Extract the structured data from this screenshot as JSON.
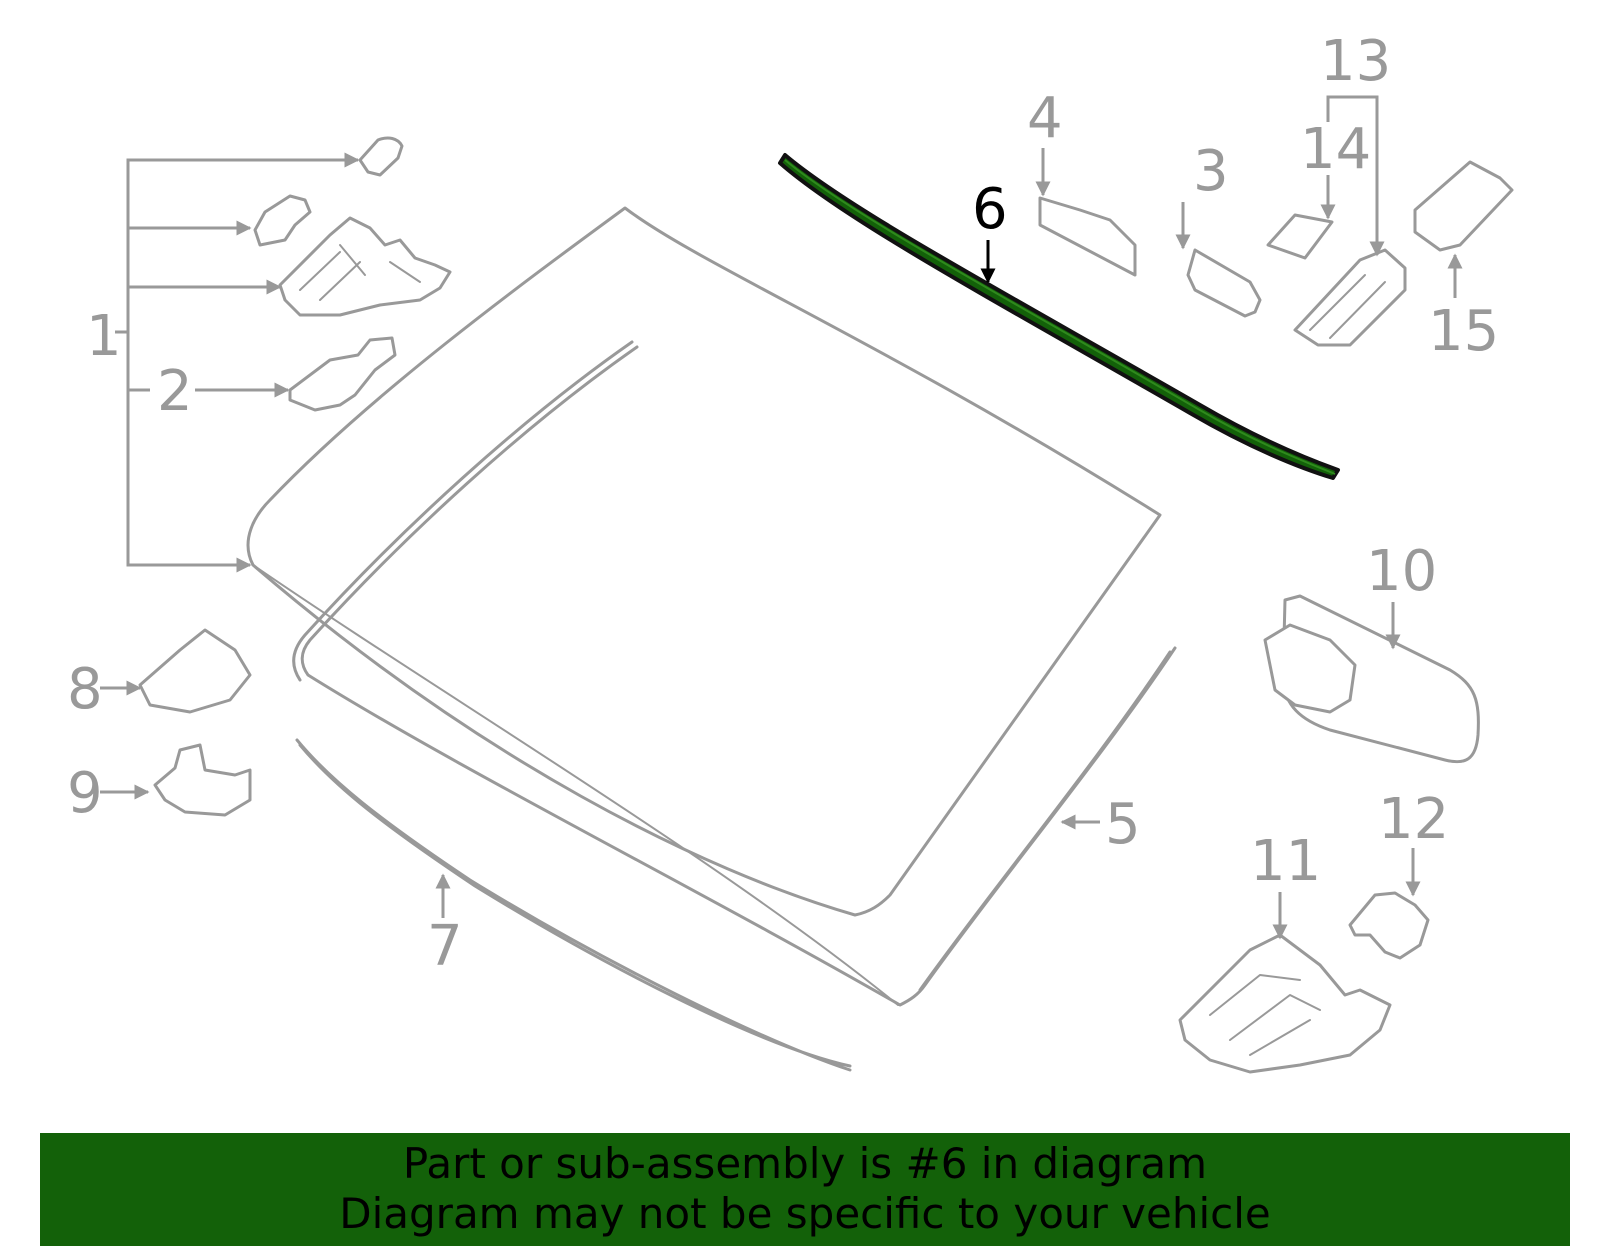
{
  "labels": {
    "p1": "1",
    "p2": "2",
    "p3": "3",
    "p4": "4",
    "p5": "5",
    "p6": "6",
    "p7": "7",
    "p8": "8",
    "p9": "9",
    "p10": "10",
    "p11": "11",
    "p12": "12",
    "p13": "13",
    "p14": "14",
    "p15": "15"
  },
  "highlight": {
    "part": "6",
    "color": "#136109"
  },
  "banner": {
    "line1": "Part or sub-assembly is #6 in diagram",
    "line2": "Diagram may not be specific to your vehicle",
    "background": "#136109"
  }
}
